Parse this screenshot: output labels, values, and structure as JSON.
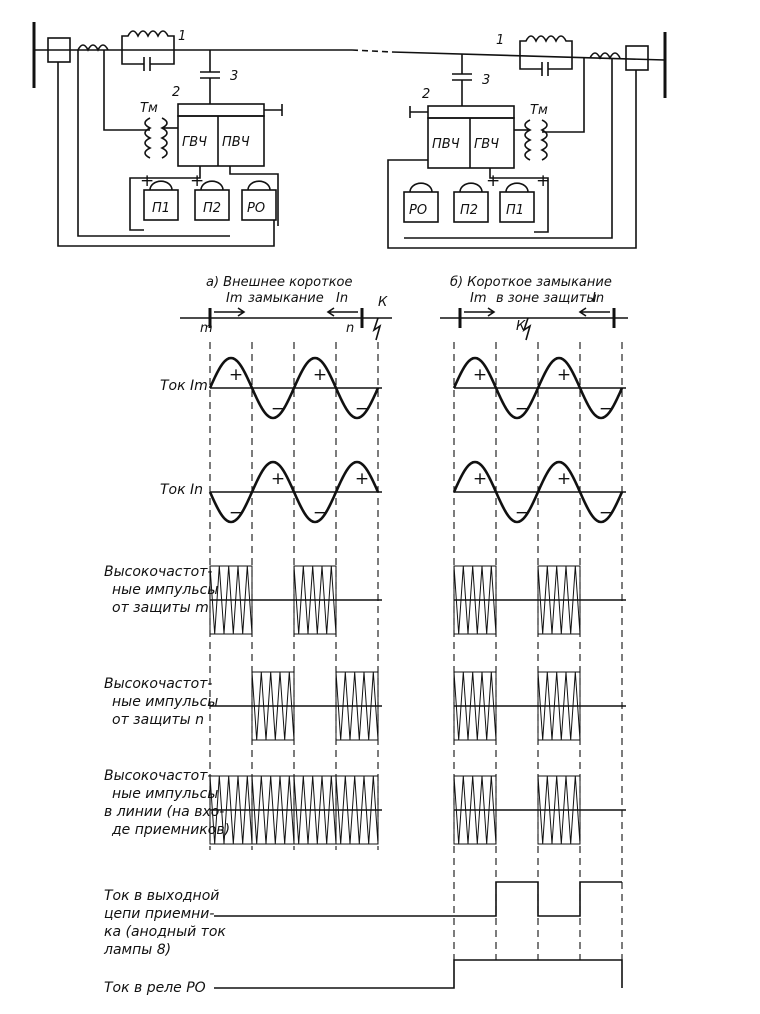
{
  "schematic": {
    "left": {
      "item_1": "1",
      "item_2": "2",
      "item_3": "3",
      "transformer": "Тм",
      "gen": "ГВЧ",
      "rx": "ПВЧ",
      "relays": [
        "П1",
        "П2",
        "РО"
      ]
    },
    "right": {
      "item_1": "1",
      "item_2": "2",
      "item_3": "3",
      "transformer": "Тм",
      "gen": "ГВЧ",
      "rx": "ПВЧ",
      "relays": [
        "РО",
        "П2",
        "П1"
      ]
    }
  },
  "case_a": {
    "title_1": "а) Внешнее короткое",
    "title_2": "замыкание",
    "i_m": "Im",
    "i_n": "In",
    "end_m": "m",
    "end_n": "n",
    "fault": "К"
  },
  "case_b": {
    "title_1": "б) Короткое замыкание",
    "title_2": "в зоне защиты",
    "i_m": "Im",
    "i_n": "In",
    "fault": "К"
  },
  "rows": {
    "current_m": "Ток Im",
    "current_n": "Ток In",
    "hf_m": [
      "Высокочастот-",
      "ные импульсы",
      "от защиты m"
    ],
    "hf_n": [
      "Высокочастот-",
      "ные импульсы",
      "от защиты n"
    ],
    "hf_line": [
      "Высокочастот-",
      "ные импульсы",
      "в линии (на вхо-",
      "де приемников)"
    ],
    "rx_out": [
      "Ток в выходной",
      "цепи приемни-",
      "ка (анодный ток",
      "лампы 8)"
    ],
    "relay": "Ток в реле РО"
  },
  "signs": {
    "plus": "+",
    "minus": "−"
  }
}
